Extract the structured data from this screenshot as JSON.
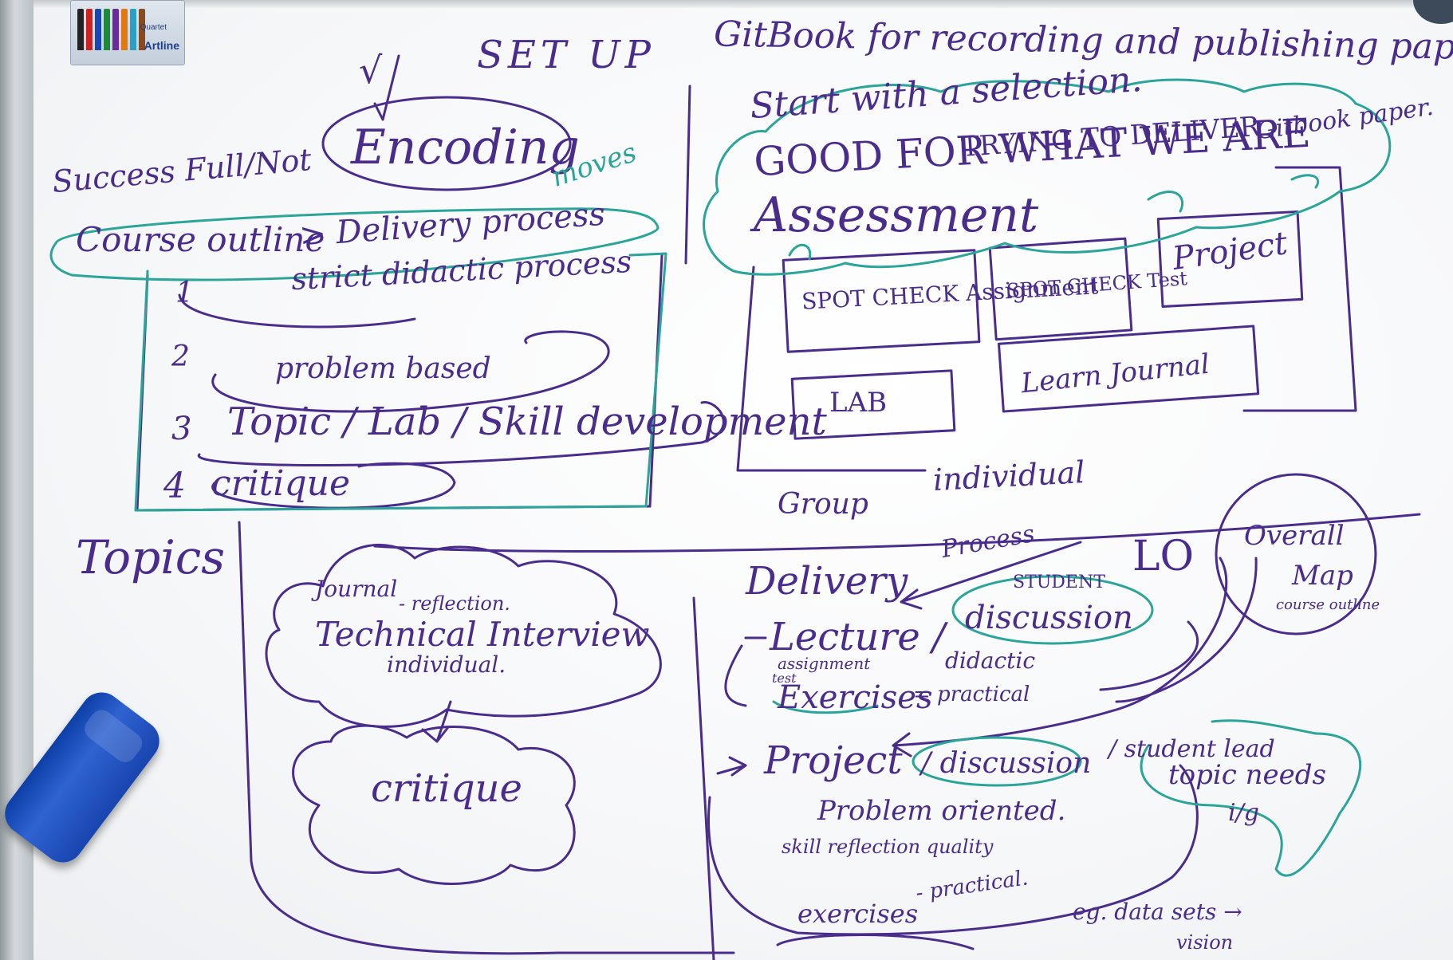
{
  "header": {
    "check_mark": "√",
    "setup": "SET UP",
    "gitbook": "GitBook for recording and publishing paper.",
    "start": "Start with a selection."
  },
  "encoding": {
    "success": "Success Full/Not",
    "encoding": "Encoding",
    "moves": "moves"
  },
  "course": {
    "outline": "Course outline",
    "delivery": "> Delivery process",
    "items": [
      {
        "num": "1",
        "text": "strict didactic process"
      },
      {
        "num": "2",
        "text": "problem based"
      },
      {
        "num": "3",
        "text": "Topic / Lab / Skill development"
      },
      {
        "num": "4",
        "text": "critique"
      }
    ]
  },
  "assessment": {
    "good": "GOOD FOR WHAT WE ARE",
    "trying": "TRYING TO DELIVER",
    "gitbook_paper": "Gitbook paper.",
    "title": "Assessment",
    "spot_check": "SPOT CHECK Assignment",
    "spot_test": "SPOT CHECK Test",
    "project": "Project",
    "lab": "LAB",
    "journal": "Learn Journal",
    "group": "Group",
    "individual": "individual"
  },
  "topics": {
    "title": "Topics",
    "journal": "Journal",
    "reflection": "- reflection.",
    "interview": "Technical Interview",
    "interview_individual": "individual.",
    "critique": "critique"
  },
  "delivery": {
    "title": "Delivery",
    "process": "Process",
    "lo": "LO",
    "overall": "Overall",
    "map": "Map",
    "course_outline": "course outline",
    "student": "STUDENT",
    "discussion": "discussion",
    "lecture": "Lecture /",
    "assignment": "assignment",
    "test": "test",
    "didactic": "didactic",
    "exercises": "Exercises",
    "practical": "= practical",
    "project": "Project",
    "discussion2": "/ discussion",
    "student_lead": "/ student lead",
    "topic_needs": "topic needs",
    "ig": "i/g",
    "problem": "Problem oriented.",
    "skill": "skill reflection quality",
    "exercises2": "exercises",
    "practical2": "- practical.",
    "datasets": "eg. data sets →",
    "vision": "vision"
  },
  "colors": {
    "purple_marker": "#4a2c8c",
    "teal_marker": "#2ba59a",
    "eraser": "#1e4fc0"
  }
}
